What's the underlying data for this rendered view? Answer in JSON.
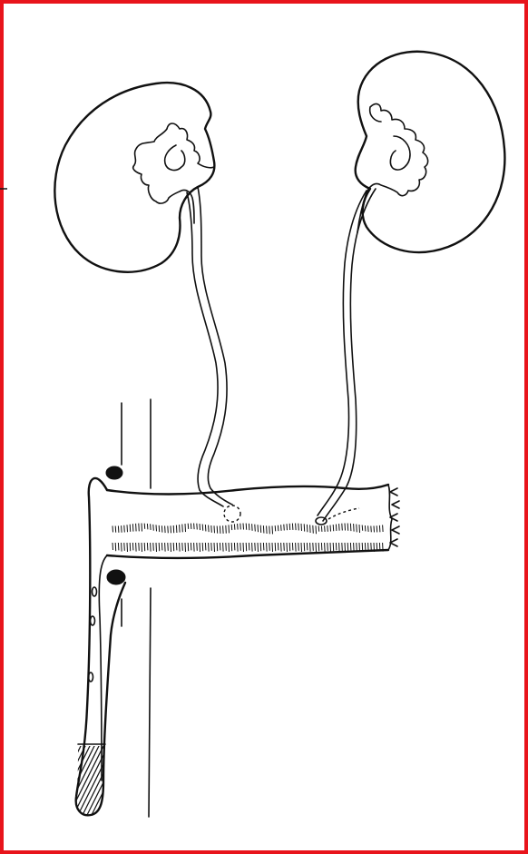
{
  "figure": {
    "border_color": "#e8141b",
    "ink_color": "#111111",
    "background": "#ffffff",
    "parts": {
      "left_kidney": "kidney",
      "right_kidney": "kidney",
      "left_ureter": "ureter",
      "right_ureter": "ureter",
      "conduit": "bowel-conduit",
      "stoma_tube": "stoma",
      "vertical_lines": "abdominal-wall"
    }
  }
}
